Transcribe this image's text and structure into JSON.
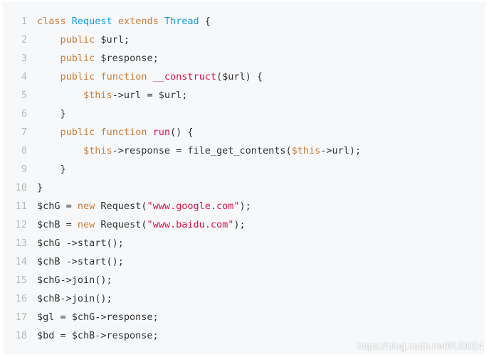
{
  "code": {
    "line_numbers": [
      "1",
      "2",
      "3",
      "4",
      "5",
      "6",
      "7",
      "8",
      "9",
      "10",
      "11",
      "12",
      "13",
      "14",
      "15",
      "16",
      "17",
      "18"
    ],
    "l1": {
      "kw1": "class",
      "sp1": " ",
      "cls": "Request",
      "sp2": " ",
      "kw2": "extends",
      "sp3": " ",
      "base": "Thread",
      "rest": " {"
    },
    "l2": {
      "indent": "    ",
      "kw": "public",
      "rest": " $url;"
    },
    "l3": {
      "indent": "    ",
      "kw": "public",
      "rest": " $response;"
    },
    "l4": {
      "indent": "    ",
      "kw1": "public",
      "sp": " ",
      "kw2": "function",
      "sp2": " ",
      "fn": "__construct",
      "rest": "($url) {"
    },
    "l5": {
      "indent": "        ",
      "this": "$this",
      "rest": "->url = $url;"
    },
    "l6": {
      "text": "    }"
    },
    "l7": {
      "indent": "    ",
      "kw1": "public",
      "sp": " ",
      "kw2": "function",
      "sp2": " ",
      "fn": "run",
      "rest": "() {"
    },
    "l8": {
      "indent": "        ",
      "this1": "$this",
      "mid": "->response = file_get_contents(",
      "this2": "$this",
      "rest": "->url);"
    },
    "l9": {
      "text": "    }"
    },
    "l10": {
      "text": "}"
    },
    "l11": {
      "pre": "$chG = ",
      "kw": "new",
      "mid": " Request(",
      "str": "\"www.google.com\"",
      "rest": ");"
    },
    "l12": {
      "pre": "$chB = ",
      "kw": "new",
      "mid": " Request(",
      "str": "\"www.baidu.com\"",
      "rest": ");"
    },
    "l13": {
      "text": "$chG ->start();"
    },
    "l14": {
      "text": "$chB ->start();"
    },
    "l15": {
      "text": "$chG->join();"
    },
    "l16": {
      "text": "$chB->join();"
    },
    "l17": {
      "text": "$gl = $chG->response;"
    },
    "l18": {
      "text": "$bd = $chB->response;"
    }
  },
  "watermark": "https://blog.csdn.net/RJ0024",
  "colors": {
    "background": "#f6f8fa",
    "keyword": "#ca7d37",
    "class_name": "#0e9ce5",
    "function_name": "#dd1144",
    "string": "#dd1144",
    "line_number": "#b8b8b8",
    "text": "#333333"
  }
}
